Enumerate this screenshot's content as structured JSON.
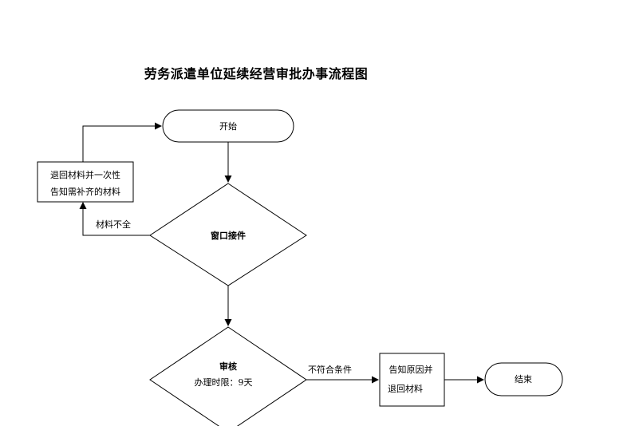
{
  "title": "劳务派遣单位延续经营审批办事流程图",
  "nodes": {
    "start": "开始",
    "window": "窗口接件",
    "return_box": [
      "退回材料并一次性",
      "告知需补齐的材料"
    ],
    "review": [
      "审核",
      "办理时限：9天"
    ],
    "notify_box": [
      "告知原因并",
      "退回材料"
    ],
    "end": "结束"
  },
  "edges": {
    "incomplete": "材料不全",
    "not_qualified": "不符合条件"
  }
}
